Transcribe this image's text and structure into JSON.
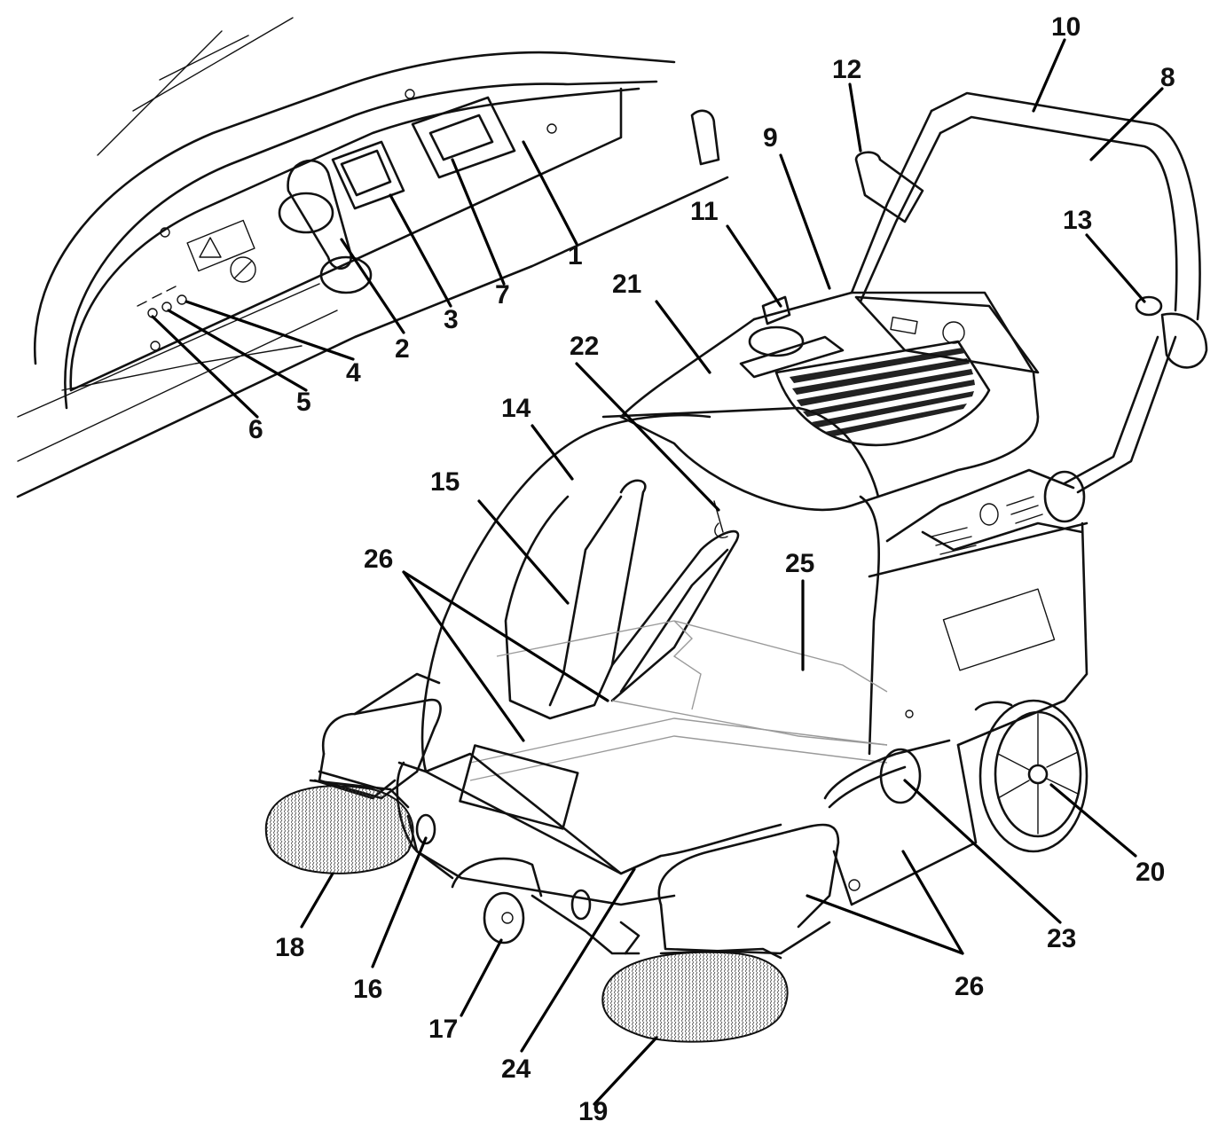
{
  "diagram": {
    "callouts": [
      {
        "id": "1",
        "label": "1"
      },
      {
        "id": "2",
        "label": "2"
      },
      {
        "id": "3",
        "label": "3"
      },
      {
        "id": "4",
        "label": "4"
      },
      {
        "id": "5",
        "label": "5"
      },
      {
        "id": "6",
        "label": "6"
      },
      {
        "id": "7",
        "label": "7"
      },
      {
        "id": "8",
        "label": "8"
      },
      {
        "id": "9",
        "label": "9"
      },
      {
        "id": "10",
        "label": "10"
      },
      {
        "id": "11",
        "label": "11"
      },
      {
        "id": "12",
        "label": "12"
      },
      {
        "id": "13",
        "label": "13"
      },
      {
        "id": "14",
        "label": "14"
      },
      {
        "id": "15",
        "label": "15"
      },
      {
        "id": "16",
        "label": "16"
      },
      {
        "id": "17",
        "label": "17"
      },
      {
        "id": "18",
        "label": "18"
      },
      {
        "id": "19",
        "label": "19"
      },
      {
        "id": "20",
        "label": "20"
      },
      {
        "id": "21",
        "label": "21"
      },
      {
        "id": "22",
        "label": "22"
      },
      {
        "id": "23",
        "label": "23"
      },
      {
        "id": "24",
        "label": "24"
      },
      {
        "id": "25",
        "label": "25"
      },
      {
        "id": "26a",
        "label": "26"
      },
      {
        "id": "26b",
        "label": "26"
      }
    ]
  }
}
